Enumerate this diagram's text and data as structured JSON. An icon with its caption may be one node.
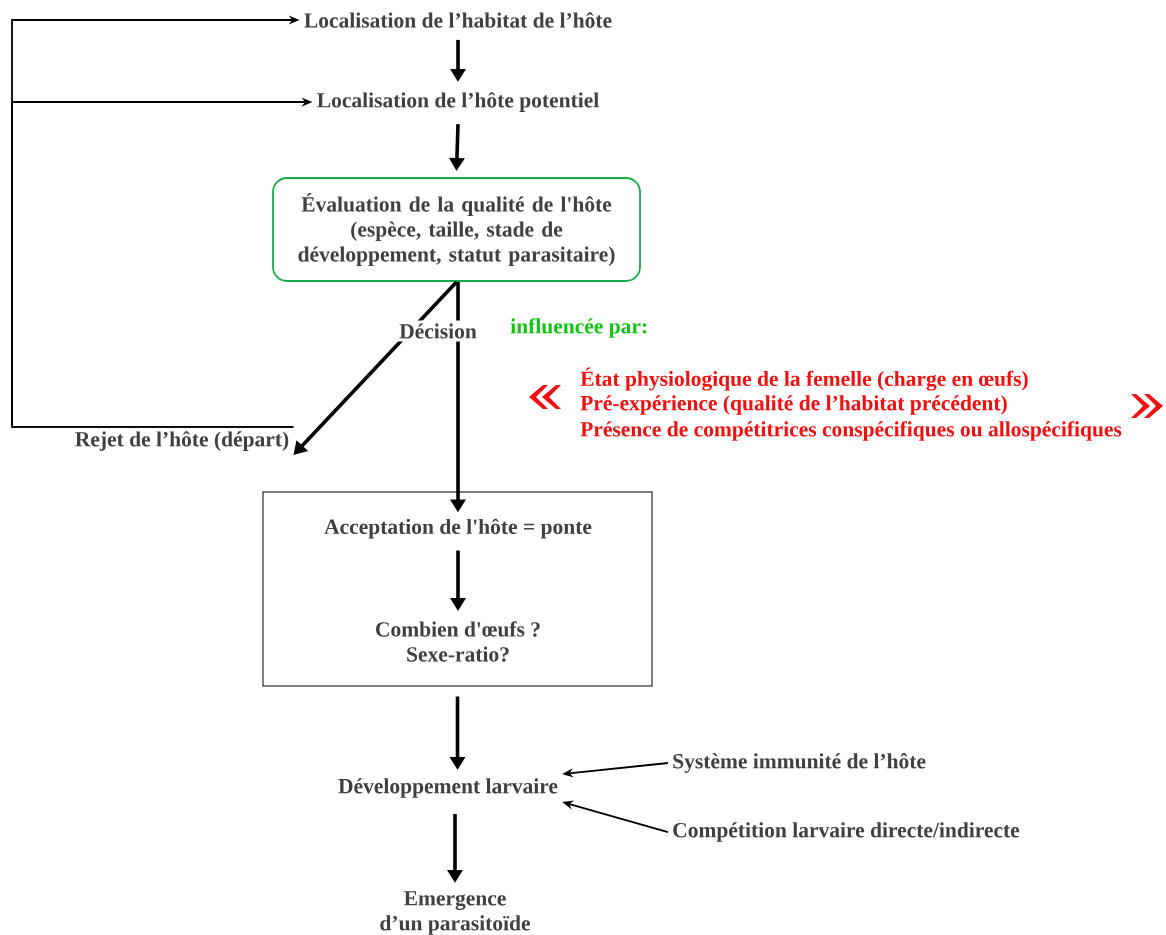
{
  "diagram": {
    "nodes": [
      {
        "text": [
          "Localisation de l’habitat de l’hôte"
        ]
      },
      {
        "text": [
          "Localisation de l’hôte potentiel"
        ]
      },
      {
        "text": [
          "Évaluation de la qualité de l'hôte",
          "(espèce, taille, stade de développement, statut parasitaire)"
        ]
      },
      {
        "text": [
          "Rejet de l’hôte (départ)"
        ]
      },
      {
        "text": [],
        "shape": "box"
      },
      {
        "text": [
          "Acceptation de l'hôte = ponte"
        ],
        "in": 4
      },
      {
        "text": [
          "Combien d'œufs ? Sexe-ratio?"
        ],
        "in": 4
      },
      {
        "text": [
          "Développement larvaire"
        ]
      },
      {
        "text": [
          "Système immunité de l’hôte"
        ]
      },
      {
        "text": [
          "Compétition larvaire directe/indirecte"
        ]
      },
      {
        "text": [
          "Emergence d’un parasitoïde"
        ]
      }
    ],
    "edges": [
      {
        "from": 0,
        "to": 1,
        "arrow": "to"
      },
      {
        "from": 1,
        "to": 2,
        "arrow": "to"
      },
      {
        "from": 2,
        "to": 5,
        "arrow": "to",
        "label": "Décision"
      },
      {
        "from": 2,
        "to": 3,
        "arrow": "to"
      },
      {
        "from": 3,
        "to": 0,
        "arrow": "to"
      },
      {
        "from": 3,
        "to": 1,
        "arrow": "to"
      },
      {
        "from": 5,
        "to": 6,
        "arrow": "to"
      },
      {
        "from": 4,
        "to": 7,
        "arrow": "to"
      },
      {
        "from": 8,
        "to": 7,
        "arrow": "to"
      },
      {
        "from": 9,
        "to": 7,
        "arrow": "to"
      },
      {
        "from": 7,
        "to": 10,
        "arrow": "to"
      }
    ],
    "labels": [
      "influencée par:",
      "État physiologique de la femelle (charge en œufs)",
      "Pré-expérience (qualité de l’habitat précédent)",
      "Présence de compétitrices conspécifiques ou allospécifiques"
    ]
  }
}
